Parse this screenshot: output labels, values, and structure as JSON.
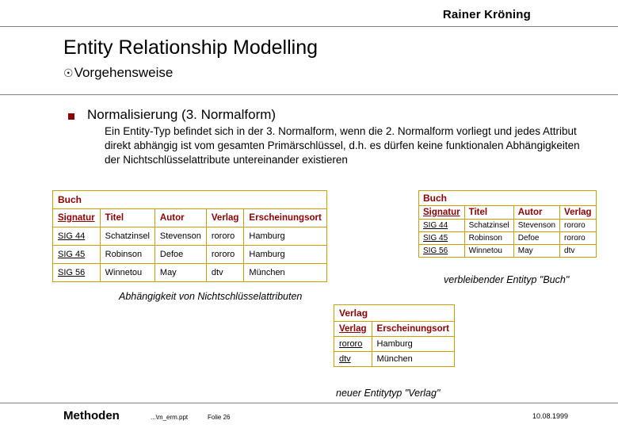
{
  "header": {
    "author": "Rainer Kröning"
  },
  "slide": {
    "title": "Entity Relationship Modelling",
    "subtitle_bullet": "☉",
    "subtitle": "Vorgehensweise",
    "heading": "Normalisierung (3. Normalform)",
    "body": "Ein Entity-Typ befindet sich in der 3. Normalform, wenn die 2. Normalform vorliegt und jedes Attribut direkt abhängig ist vom gesamten Primärschlüssel, d.h. es dürfen keine funktionalen Abhängigkeiten der Nichtschlüsselattribute untereinander existieren"
  },
  "tables": {
    "buch_full": {
      "caption": "Buch",
      "headers": [
        "Signatur",
        "Titel",
        "Autor",
        "Verlag",
        "Erscheinungsort"
      ],
      "key_column": 0,
      "rows": [
        [
          "SIG 44",
          "Schatzinsel",
          "Stevenson",
          "rororo",
          "Hamburg"
        ],
        [
          "SIG 45",
          "Robinson",
          "Defoe",
          "rororo",
          "Hamburg"
        ],
        [
          "SIG 56",
          "Winnetou",
          "May",
          "dtv",
          "München"
        ]
      ],
      "figure_caption": "Abhängigkeit von Nichtschlüsselattributen"
    },
    "buch_reduced": {
      "caption": "Buch",
      "headers": [
        "Signatur",
        "Titel",
        "Autor",
        "Verlag"
      ],
      "key_column": 0,
      "rows": [
        [
          "SIG 44",
          "Schatzinsel",
          "Stevenson",
          "rororo"
        ],
        [
          "SIG 45",
          "Robinson",
          "Defoe",
          "rororo"
        ],
        [
          "SIG 56",
          "Winnetou",
          "May",
          "dtv"
        ]
      ],
      "figure_caption": "verbleibender Entityp \"Buch\""
    },
    "verlag": {
      "caption": "Verlag",
      "headers": [
        "Verlag",
        "Erscheinungsort"
      ],
      "key_column": 0,
      "rows": [
        [
          "rororo",
          "Hamburg"
        ],
        [
          "dtv",
          "München"
        ]
      ],
      "figure_caption": "neuer Entitytyp \"Verlag\""
    }
  },
  "footer": {
    "section": "Methoden",
    "file": "...\\m_erm.ppt",
    "page": "Folie 26",
    "date": "10.08.1999"
  },
  "colors": {
    "table_border": "#c8a000",
    "table_heading_text": "#8b0000",
    "bullet": "#8b0000",
    "rule": "#808080"
  }
}
